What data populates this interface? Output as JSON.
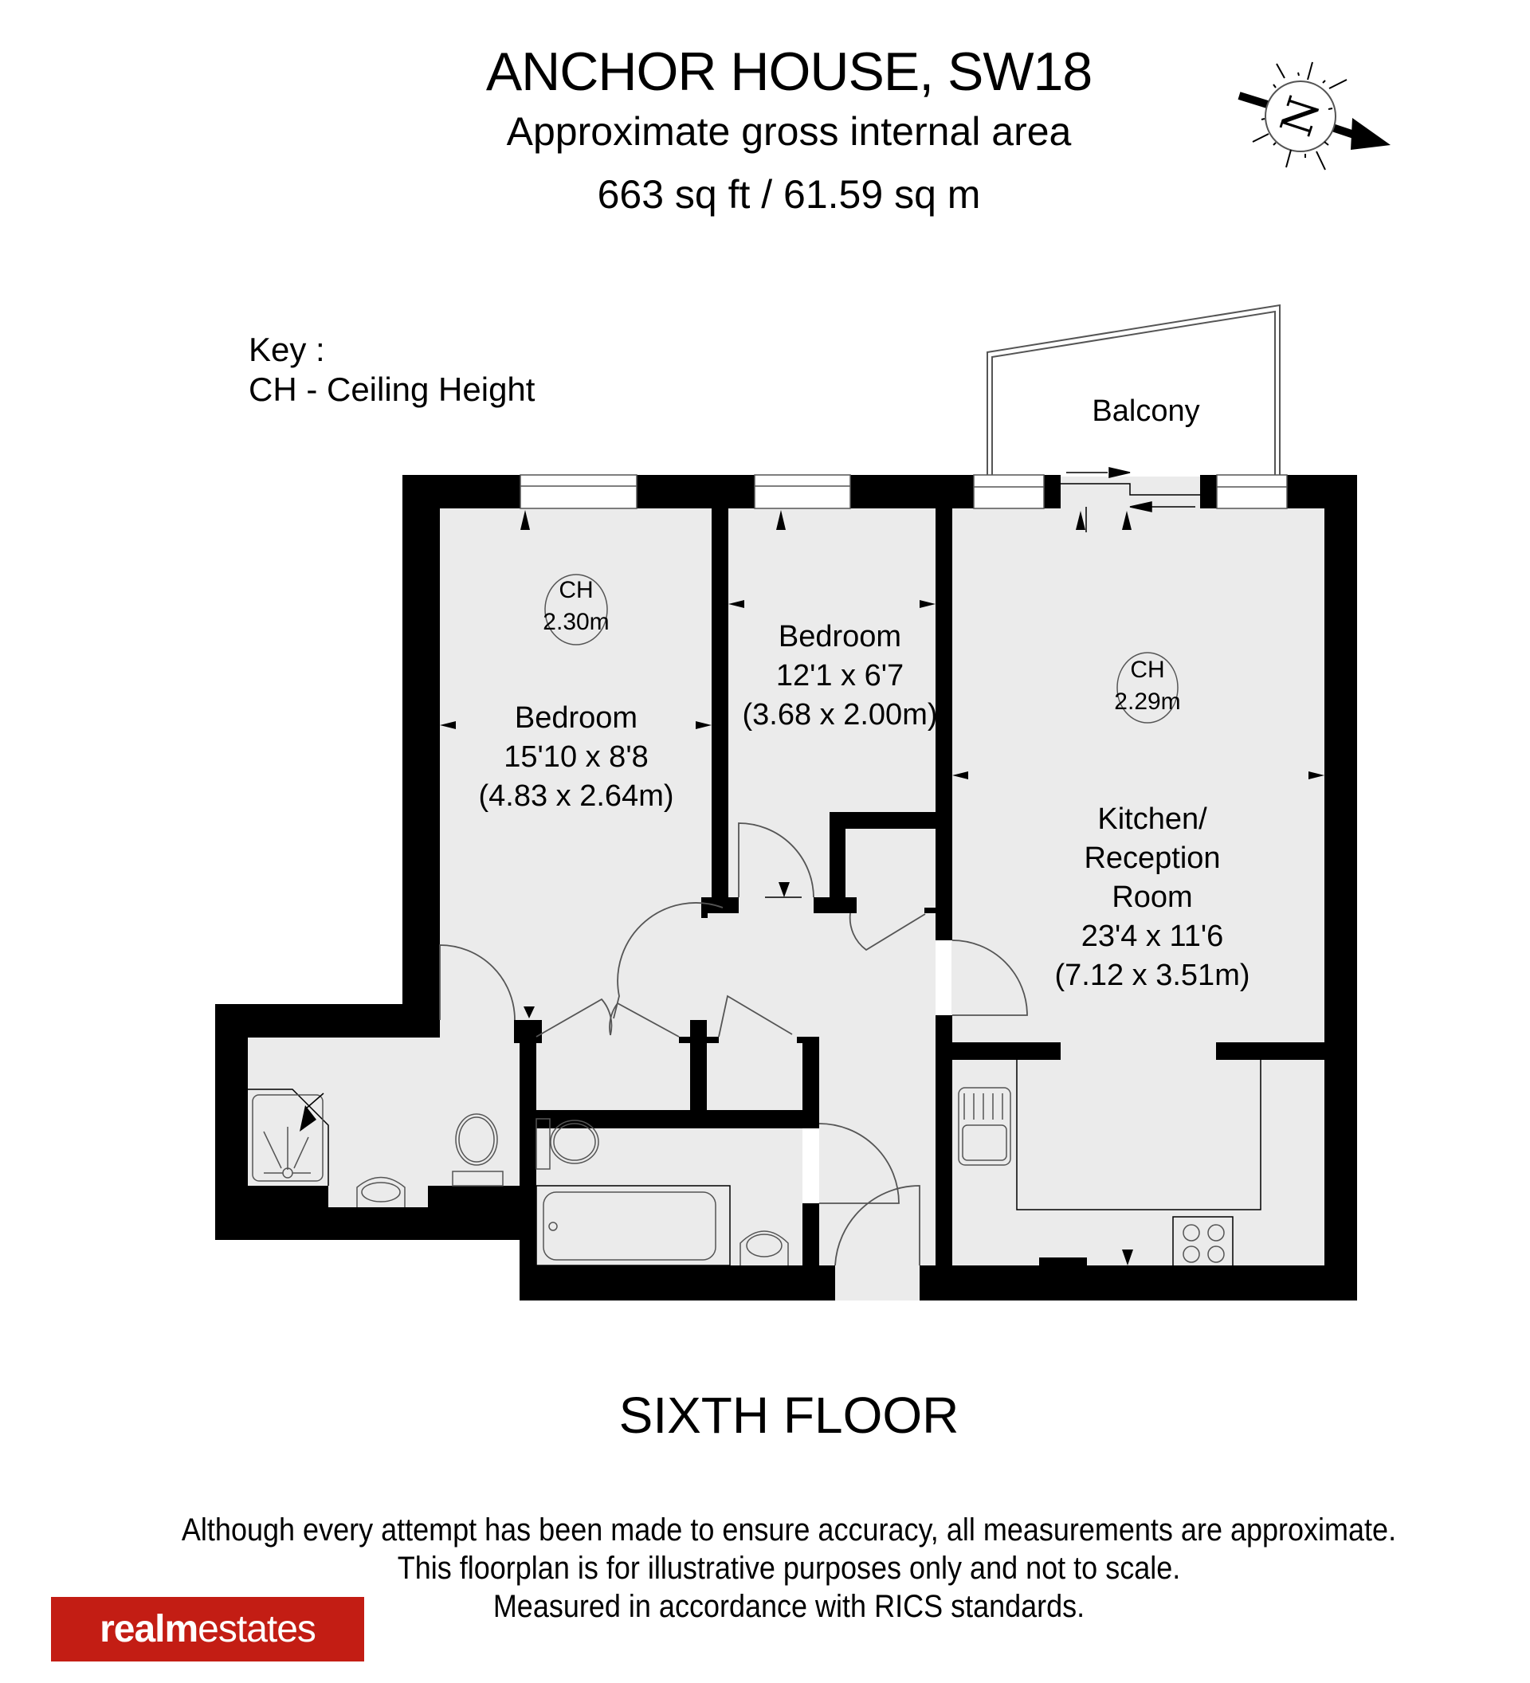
{
  "header": {
    "title": "ANCHOR HOUSE, SW18",
    "subtitle": "Approximate gross internal area",
    "area": "663 sq ft / 61.59 sq m"
  },
  "compass": {
    "icon": "north-arrow-icon",
    "letter": "N"
  },
  "key": {
    "heading": "Key :",
    "items": [
      "CH - Ceiling Height"
    ]
  },
  "rooms": [
    {
      "name": "Bedroom",
      "imperial": "15'10 x 8'8",
      "metric": "(4.83 x 2.64m)",
      "ceiling_label": "CH",
      "ceiling_height": "2.30m"
    },
    {
      "name": "Bedroom",
      "imperial": "12'1 x 6'7",
      "metric": "(3.68 x 2.00m)"
    },
    {
      "name_line1": "Kitchen/",
      "name_line2": "Reception",
      "name_line3": "Room",
      "imperial": "23'4 x 11'6",
      "metric": "(7.12 x 3.51m)",
      "ceiling_label": "CH",
      "ceiling_height": "2.29m"
    },
    {
      "name": "Balcony"
    }
  ],
  "floor": {
    "name": "SIXTH FLOOR"
  },
  "disclaimer": [
    "Although every attempt has been made to ensure accuracy, all measurements are approximate.",
    "This floorplan is for illustrative purposes only and not to scale.",
    "Measured in accordance with RICS standards."
  ],
  "logo": {
    "bold": "realm",
    "light": "estates",
    "color": "#c31d14"
  },
  "colors": {
    "wall": "#000000",
    "floor": "#ebebeb",
    "background": "#ffffff"
  }
}
